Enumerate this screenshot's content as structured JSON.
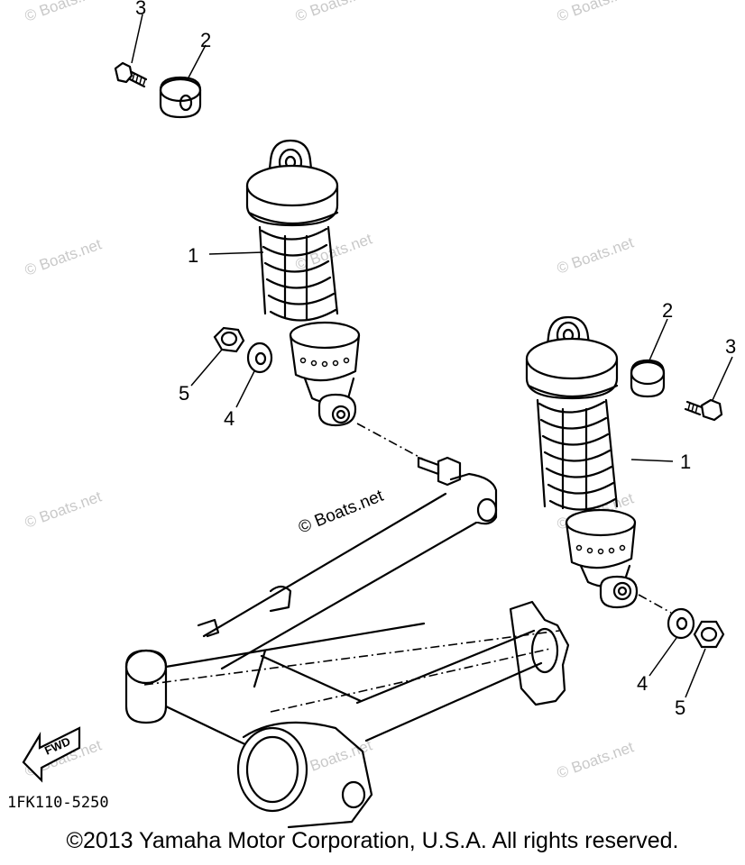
{
  "diagram": {
    "callouts": {
      "bolt_left": "3",
      "collar_left": "2",
      "shock_left": "1",
      "nut_left": "5",
      "washer_left": "4",
      "collar_right": "2",
      "bolt_right": "3",
      "shock_right": "1",
      "washer_right": "4",
      "nut_right": "5"
    },
    "fwd_label": "FWD",
    "watermark": "© Boats.net",
    "center_watermark": "© Boats.net",
    "part_code": "1FK110-5250"
  },
  "footer": {
    "copyright": "©2013 Yamaha Motor Corporation, U.S.A. All rights reserved."
  }
}
